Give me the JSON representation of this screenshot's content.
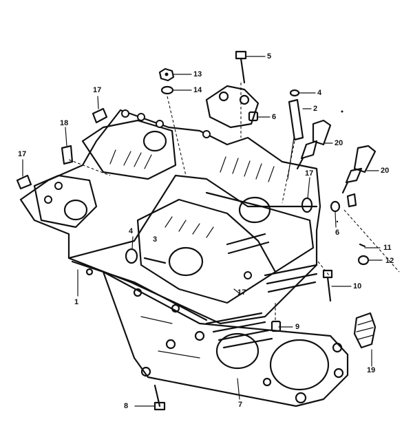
{
  "labels": {
    "l1": "1",
    "l2": "2",
    "l4a": "4",
    "l4b": "4",
    "l5": "5",
    "l6a": "6",
    "l6b": "6",
    "l7": "7",
    "l8": "8",
    "l9": "9",
    "l10": "10",
    "l11": "11",
    "l12": "12",
    "l13": "13",
    "l14": "14",
    "l17a": "17",
    "l17b": "17",
    "l17c": "17",
    "l17d": "17",
    "l18": "18",
    "l19": "19",
    "l20a": "20",
    "l20b": "20",
    "l3": "3"
  },
  "colors": {
    "ink": "#111111",
    "paper": "#ffffff"
  }
}
